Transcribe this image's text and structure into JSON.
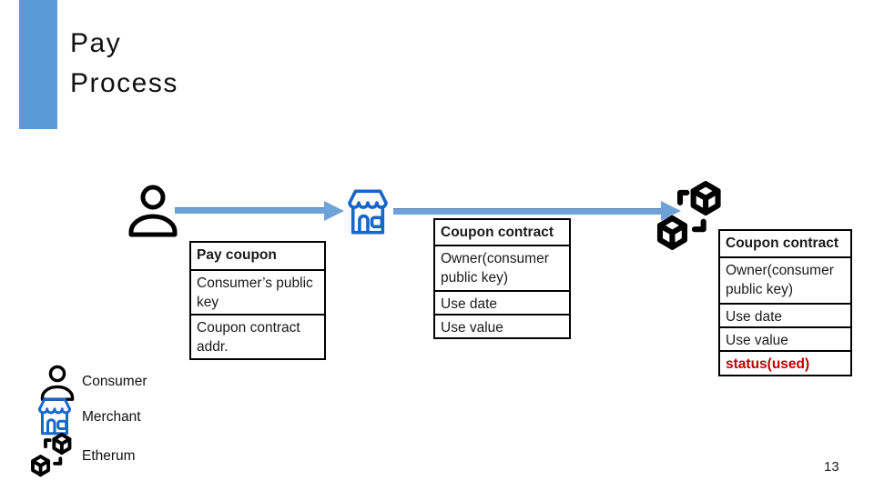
{
  "slide": {
    "title_line1": "Pay",
    "title_line2": "Process",
    "page_number": "13"
  },
  "colors": {
    "accent_bar": "#5B9BD5",
    "arrow": "#6FA3D8",
    "merchant_blue": "#1766CB",
    "status_red": "#C00000"
  },
  "tables": {
    "pay_coupon": {
      "header": "Pay coupon",
      "rows": [
        "Consumer’s public key",
        "Coupon contract addr."
      ]
    },
    "coupon_contract_mid": {
      "header": "Coupon contract",
      "rows": [
        "Owner(consumer public key)",
        "Use date",
        "Use value"
      ]
    },
    "coupon_contract_right": {
      "header": "Coupon contract",
      "rows": [
        "Owner(consumer public key)",
        "Use date",
        "Use value"
      ],
      "status_row": "status(used)"
    }
  },
  "legend": {
    "items": [
      {
        "icon": "person-icon",
        "label": "Consumer"
      },
      {
        "icon": "store-icon",
        "label": "Merchant"
      },
      {
        "icon": "blockchain-icon",
        "label": "Etherum"
      }
    ]
  }
}
